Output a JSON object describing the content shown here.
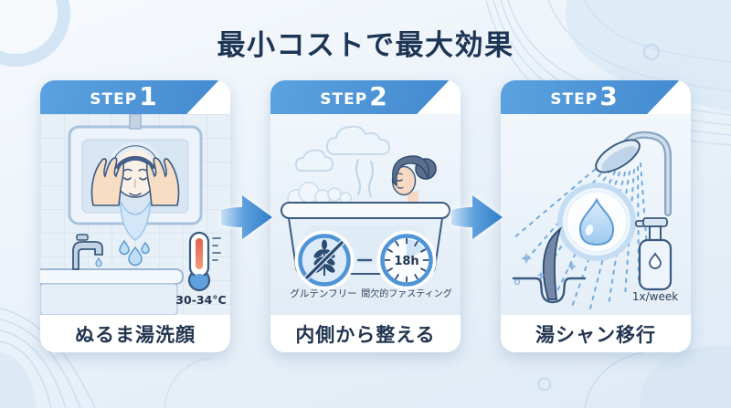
{
  "title": "最小コストで最大効果",
  "steps": [
    {
      "label_word": "STEP",
      "label_number": "1",
      "caption": "ぬるま湯洗顔",
      "temperature": "30-34°C",
      "icons": [
        "mirror",
        "face-wash",
        "faucet",
        "thermometer",
        "water-drops"
      ]
    },
    {
      "label_word": "STEP",
      "label_number": "2",
      "caption": "内側から整える",
      "badge1_label": "グルテンフリー",
      "badge2_label": "間欠的ファスティング",
      "clock_value": "18h",
      "icons": [
        "steam",
        "bather",
        "bathtub",
        "gluten-free",
        "fasting-clock"
      ]
    },
    {
      "label_word": "STEP",
      "label_number": "3",
      "caption": "湯シャン移行",
      "frequency": "1x/week",
      "icons": [
        "shower-head",
        "water-drop",
        "hair-follicle",
        "shampoo-bottle"
      ]
    }
  ],
  "colors": {
    "accent_blue": "#4b92d6",
    "title_text": "#1c3554",
    "caption_text": "#233550",
    "arrow_blue": "#3f89cf",
    "background": "#e9f1f9"
  }
}
